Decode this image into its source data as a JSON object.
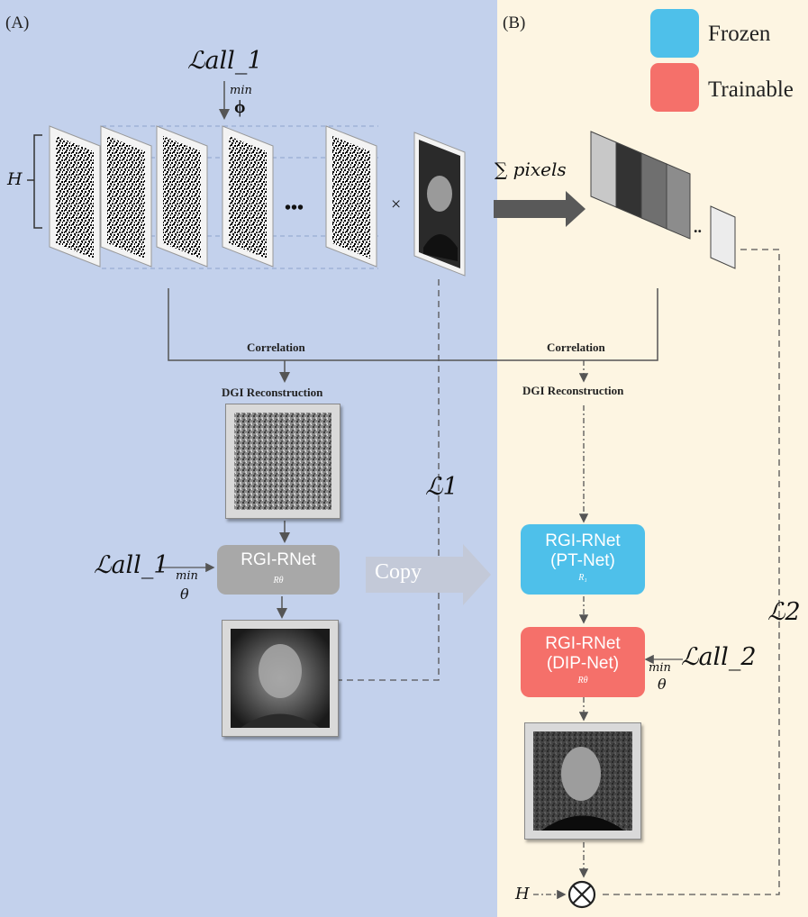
{
  "panels": {
    "a_label": "(A)",
    "b_label": "(B)"
  },
  "legend": [
    {
      "label": "Frozen",
      "color": "#4ec0ea"
    },
    {
      "label": "Trainable",
      "color": "#f5706a"
    }
  ],
  "colors": {
    "panel_a_bg": "#c3d1ec",
    "panel_b_bg": "#fdf5e2",
    "frozen": "#4ec0ea",
    "trainable": "#f5706a",
    "disabled_net": "#a8a8a8"
  },
  "labels": {
    "loss_all1_top": "ℒall_1",
    "min_top": "min",
    "phi": "ϕ",
    "h_left": "H",
    "ellipsis": "•••",
    "times": "×",
    "sum_pixels": "∑ pixels",
    "correlation_a": "Correlation",
    "correlation_b": "Correlation",
    "dgi_a": "DGI Reconstruction",
    "dgi_b": "DGI Reconstruction",
    "loss_all1_left": "ℒall_1",
    "min_left": "min",
    "theta_left": "θ",
    "copy": "Copy",
    "loss_1": "ℒ1",
    "loss_2": "ℒ2",
    "loss_all2": "ℒall_2",
    "min_right": "min",
    "theta_right": "θ",
    "h_bottom": "H",
    "otimes": "⊗"
  },
  "networks": {
    "rgi_a": {
      "title": "RGI-RNet",
      "sub": "Rθ"
    },
    "pt_net": {
      "title": "RGI-RNet",
      "line2": "(PT-Net)",
      "sub": "R₁"
    },
    "dip_net": {
      "title": "RGI-RNet",
      "line2": "(DIP-Net)",
      "sub": "Rθ"
    }
  },
  "bucket_shades": [
    "#c8c8c8",
    "#333333",
    "#6f6f6f",
    "#8c8c8c",
    "#ececec"
  ]
}
